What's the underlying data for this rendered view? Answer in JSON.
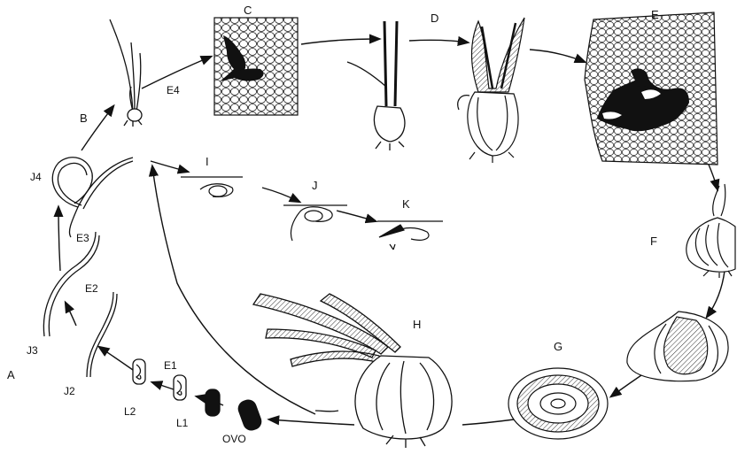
{
  "labels": {
    "A": "A",
    "B": "B",
    "C": "C",
    "D": "D",
    "E": "E",
    "F": "F",
    "G": "G",
    "H": "H",
    "I": "I",
    "J": "J",
    "K": "K",
    "J4": "J4",
    "J3": "J3",
    "J2": "J2",
    "E1": "E1",
    "E2": "E2",
    "E3": "E3",
    "E4": "E4",
    "L1": "L1",
    "L2": "L2",
    "OVO": "OVO"
  },
  "colors": {
    "ink": "#111111",
    "paper": "#ffffff"
  }
}
